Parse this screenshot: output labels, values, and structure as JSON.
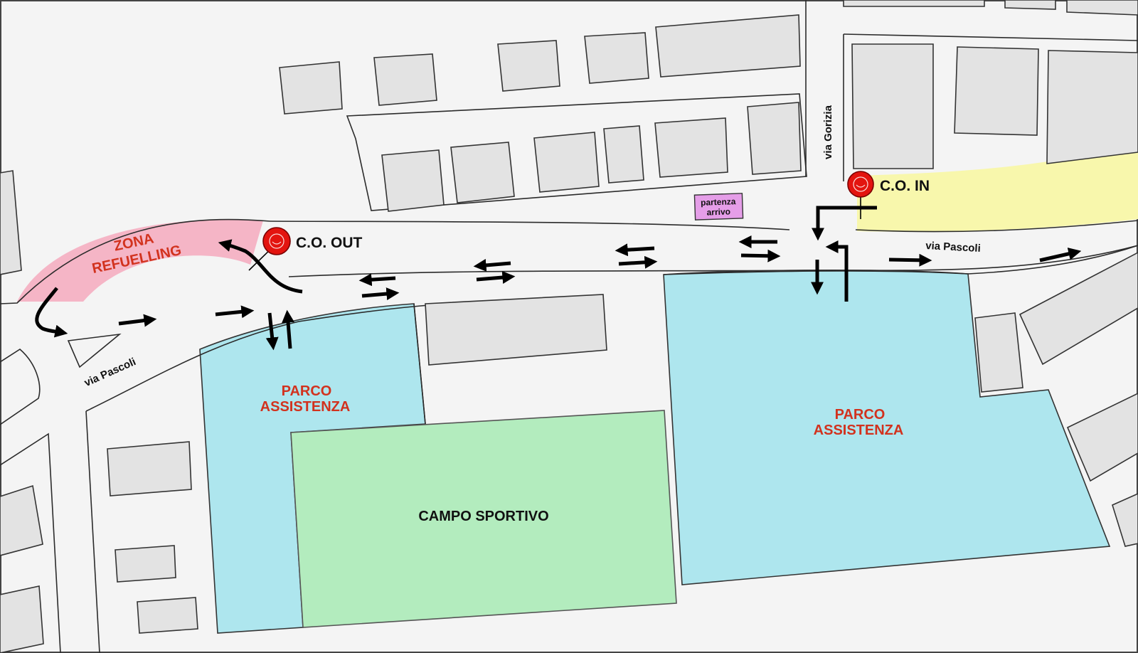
{
  "colors": {
    "background": "#f4f4f4",
    "building": "#e3e3e3",
    "refuel_zone": "#f5b5c6",
    "service_park": "#aee6ee",
    "sports_field": "#b3ecbe",
    "control_road": "#f8f7ac",
    "start_finish_box": "#e59ee8",
    "control_marker": "#e3140f",
    "label_red": "#d2321e"
  },
  "labels": {
    "refuel_zone_line1": "ZONA",
    "refuel_zone_line2": "REFUELLING",
    "co_out": "C.O. OUT",
    "co_in": "C.O. IN",
    "start_finish_line1": "partenza",
    "start_finish_line2": "arrivo",
    "street_pascoli_west": "via Pascoli",
    "street_pascoli_east": "via Pascoli",
    "street_gorizia": "via Gorizia",
    "park_west_line1": "PARCO",
    "park_west_line2": "ASSISTENZA",
    "park_east_line1": "PARCO",
    "park_east_line2": "ASSISTENZA",
    "sports_field": "CAMPO SPORTIVO"
  },
  "icons": {
    "co_out_marker": "time-control-pin-icon",
    "co_in_marker": "time-control-pin-icon",
    "route_arrows": "arrow-icon"
  }
}
